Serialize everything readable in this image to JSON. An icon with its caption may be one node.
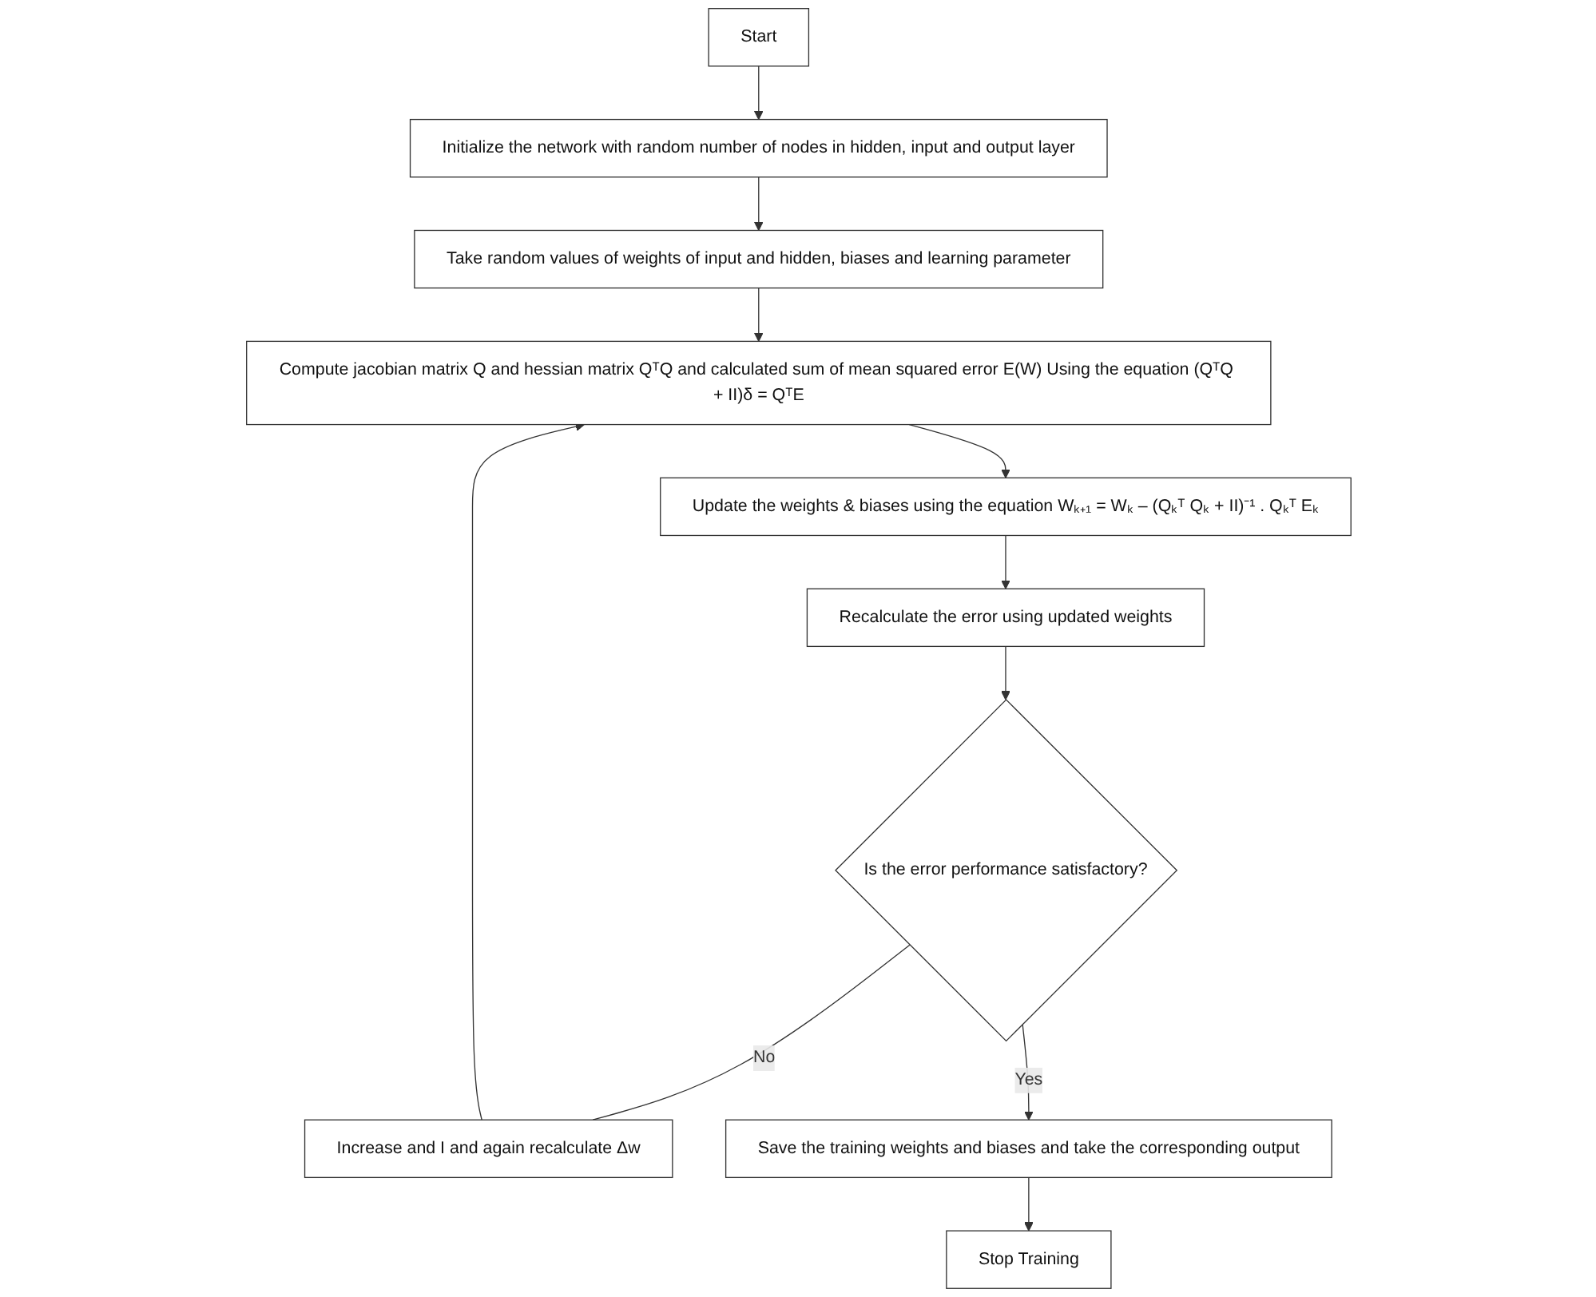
{
  "diagram": {
    "nodes": [
      {
        "text": [
          "Start"
        ]
      },
      {
        "text": [
          "Initialize the network with random number of nodes in hidden, input and output layer"
        ]
      },
      {
        "text": [
          "Take random values of weights of input and hidden, biases and learning parameter"
        ]
      },
      {
        "text": [
          "Compute jacobian matrix Q and hessian matrix QᵀQ and calculated sum of mean squared error E(W) Using the equation (QᵀQ + II)δ = QᵀE"
        ]
      },
      {
        "text": [
          "Update the weights & biases using the equation Wₖ₊₁ = Wₖ – (Qₖᵀ Qₖ + II)⁻¹ . Qₖᵀ Eₖ"
        ]
      },
      {
        "text": [
          "Increase and I and again recalculate Δw"
        ]
      },
      {
        "text": [
          "Recalculate the error using updated weights"
        ]
      },
      {
        "text": [
          "Is the error performance satisfactory?"
        ]
      },
      {
        "text": [
          "Save the training weights and biases and take the corresponding output"
        ]
      },
      {
        "text": [
          "Stop Training"
        ]
      }
    ],
    "edges": [
      {
        "from": 0,
        "to": 1,
        "arrow": "to"
      },
      {
        "from": 1,
        "to": 2,
        "arrow": "to"
      },
      {
        "from": 2,
        "to": 3,
        "arrow": "to"
      },
      {
        "from": 3,
        "to": 4,
        "arrow": "to"
      },
      {
        "from": 4,
        "to": 6,
        "arrow": "to"
      },
      {
        "from": 6,
        "to": 7,
        "arrow": "to"
      },
      {
        "from": 7,
        "to": 5,
        "label": "No",
        "arrow": "none"
      },
      {
        "from": 5,
        "to": 3,
        "arrow": "to"
      },
      {
        "from": 7,
        "to": 8,
        "label": "Yes",
        "arrow": "to"
      },
      {
        "from": 8,
        "to": 9,
        "arrow": "to"
      }
    ]
  }
}
